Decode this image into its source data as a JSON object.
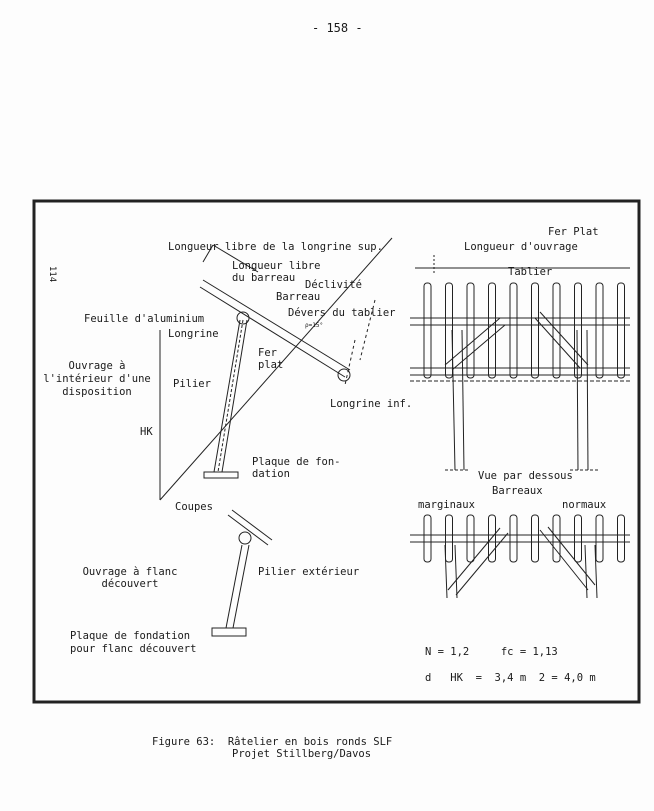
{
  "page_number": "- 158 -",
  "side_number": "114",
  "labels": {
    "fer_plat_top": "Fer Plat",
    "longueur_libre_longrine": "Longueur libre de la longrine sup.",
    "longueur_ouvrage": "Longueur d'ouvrage",
    "longueur_libre_barreau_1": "Longueur libre",
    "longueur_libre_barreau_2": "du barreau",
    "declivite": "Déclivité",
    "tablier": "Tablier",
    "barreau": "Barreau",
    "devers": "Dévers du tablier",
    "angle": "ρ=15°",
    "feuille": "Feuille d'aluminium",
    "longrine": "Longrine",
    "fer_plat_1": "Fer",
    "fer_plat_2": "plat",
    "ouvrage_int_1": "Ouvrage à",
    "ouvrage_int_2": "l'intérieur d'une",
    "ouvrage_int_3": "disposition",
    "pilier": "Pilier",
    "longrine_inf": "Longrine inf.",
    "hk": "HK",
    "plaque_1": "Plaque de fon-",
    "plaque_2": "dation",
    "coupes": "Coupes",
    "vue_dessous": "Vue par dessous",
    "barreaux": "Barreaux",
    "marginaux": "marginaux",
    "normaux": "normaux",
    "ouvrage_flanc_1": "Ouvrage à flanc",
    "ouvrage_flanc_2": "découvert",
    "pilier_ext": "Pilier extérieur",
    "plaque_flanc_1": "Plaque de fondation",
    "plaque_flanc_2": "pour flanc découvert",
    "formula_1": "N = 1,2     fc = 1,13",
    "formula_2": "d   HK  =  3,4 m  2 = 4,0 m"
  },
  "caption": {
    "line1": "Figure 63:  Râtelier en bois ronds SLF",
    "line2": "Projet Stillberg/Davos"
  }
}
